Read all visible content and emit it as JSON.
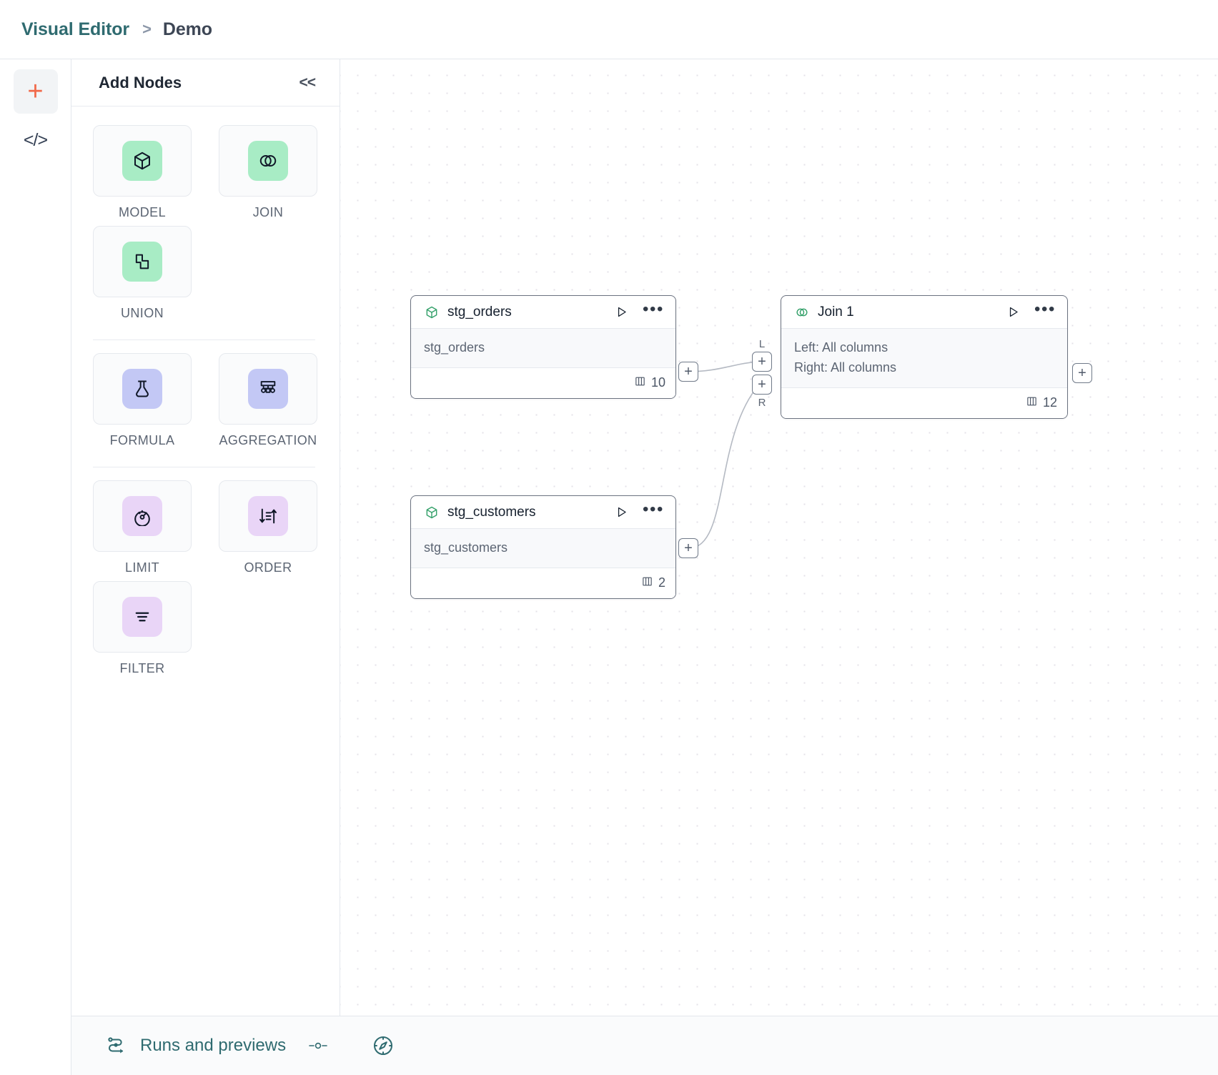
{
  "header": {
    "breadcrumb_root": "Visual Editor",
    "breadcrumb_separator": ">",
    "breadcrumb_leaf": "Demo"
  },
  "rail": {
    "add_icon": "plus-icon",
    "code_label": "</>"
  },
  "palette": {
    "title": "Add Nodes",
    "collapse_label": "<<",
    "groups": [
      {
        "items": [
          {
            "label": "MODEL",
            "icon": "cube-icon",
            "color": "green"
          },
          {
            "label": "JOIN",
            "icon": "venn-icon",
            "color": "green"
          },
          {
            "label": "UNION",
            "icon": "union-shapes-icon",
            "color": "green"
          }
        ]
      },
      {
        "items": [
          {
            "label": "FORMULA",
            "icon": "flask-icon",
            "color": "blue"
          },
          {
            "label": "AGGREGATION",
            "icon": "aggregation-tree-icon",
            "color": "blue"
          }
        ]
      },
      {
        "items": [
          {
            "label": "LIMIT",
            "icon": "speedometer-icon",
            "color": "violet"
          },
          {
            "label": "ORDER",
            "icon": "sort-arrows-icon",
            "color": "violet"
          },
          {
            "label": "FILTER",
            "icon": "filter-lines-icon",
            "color": "violet"
          }
        ]
      }
    ]
  },
  "canvas": {
    "nodes": [
      {
        "id": "stg_orders",
        "icon": "cube-icon",
        "title": "stg_orders",
        "body_lines": [
          "stg_orders"
        ],
        "column_count": "10",
        "run_icon": "play-icon",
        "more_icon": "ellipsis-icon",
        "columns_icon": "columns-icon"
      },
      {
        "id": "stg_customers",
        "icon": "cube-icon",
        "title": "stg_customers",
        "body_lines": [
          "stg_customers"
        ],
        "column_count": "2",
        "run_icon": "play-icon",
        "more_icon": "ellipsis-icon",
        "columns_icon": "columns-icon"
      },
      {
        "id": "join_1",
        "icon": "venn-icon",
        "title": "Join 1",
        "body_lines": [
          "Left: All columns",
          "Right: All columns"
        ],
        "column_count": "12",
        "run_icon": "play-icon",
        "more_icon": "ellipsis-icon",
        "columns_icon": "columns-icon"
      }
    ],
    "handles": {
      "plus": "+",
      "left_tag": "L",
      "right_tag": "R"
    }
  },
  "bottombar": {
    "runs_label": "Runs and previews",
    "runs_icon": "runs-pipeline-icon",
    "slider_icon": "slider-icon",
    "compass_icon": "compass-icon"
  },
  "colors": {
    "brand_teal": "#2f6b70",
    "accent_orange": "#f1694a",
    "node_green": "#a8ecc5",
    "node_blue": "#c3c8f5",
    "node_violet": "#e9d5f7",
    "node_icon_green": "#34a06a"
  }
}
